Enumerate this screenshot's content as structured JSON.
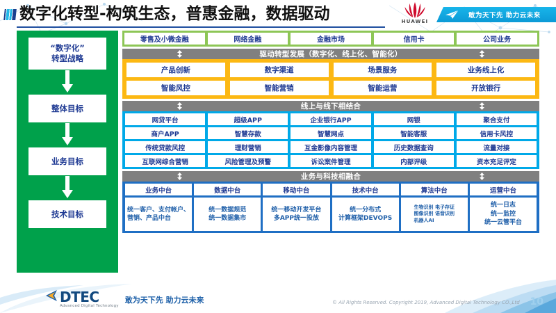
{
  "header": {
    "title": "数字化转型-构筑生态，普惠金融，数据驱动",
    "brand_logo": "huawei-logo",
    "brand_name": "HUAWEI",
    "ribbon_text": "敢为天下先 助力云未来",
    "accent_color": "#1f4fa0"
  },
  "strategy": {
    "panel_color": "#00a14b",
    "items": [
      {
        "label": "“数字化”\n转型战略"
      },
      {
        "label": "整体目标"
      },
      {
        "label": "业务目标"
      },
      {
        "label": "技术目标"
      }
    ]
  },
  "bands": {
    "business_lines": {
      "color": "#8dc656",
      "cells": [
        "零售及小微金融",
        "网络金融",
        "金融市场",
        "信用卡",
        "公司业务"
      ]
    },
    "drive_header": {
      "label": "驱动转型发展（数字化、线上化、智能化）",
      "color": "#808080"
    },
    "drive": {
      "color": "#fcb813",
      "rows": [
        [
          "产品创新",
          "数字渠道",
          "场景服务",
          "业务线上化"
        ],
        [
          "智能风控",
          "智能营销",
          "智能运营",
          "开放银行"
        ]
      ]
    },
    "online_offline_header": {
      "label": "线上与线下相结合",
      "color": "#808080"
    },
    "online_offline": {
      "color": "#00a9e8",
      "rows": [
        [
          "网贷平台",
          "超级APP",
          "企业银行APP",
          "网银",
          "聚合支付"
        ],
        [
          "商户APP",
          "智慧存款",
          "智慧网点",
          "智能客服",
          "信用卡风控"
        ],
        [
          "传统贷款风控",
          "理财营销",
          "互金影像内容管理",
          "历史数据查询",
          "流量对接"
        ],
        [
          "互联网综合营销",
          "风险管理及预警",
          "诉讼案件管理",
          "内部评级",
          "资本充足评定"
        ]
      ]
    },
    "tech_fusion_header": {
      "label": "业务与科技相融合",
      "color": "#808080"
    },
    "tech_fusion": {
      "color": "#1f6fc4",
      "columns": [
        {
          "title": "业务中台",
          "body": "统一客户、支付帐户、营销、产品中台",
          "style": "lead"
        },
        {
          "title": "数据中台",
          "body": "统一数据规范\n统一数据集市",
          "style": "normal"
        },
        {
          "title": "移动中台",
          "body": "统一移动开发平台\n多APP统一投放",
          "style": "normal"
        },
        {
          "title": "技术中台",
          "body": "统一分布式\n计算框架DEVOPS",
          "style": "normal"
        },
        {
          "title": "算法中台",
          "body": "生物识别 电子存证\n图像识别 语音识别\n机器人AI",
          "style": "tiny"
        },
        {
          "title": "运营中台",
          "body": "统一日志\n统一监控\n统一云管平台",
          "style": "normal"
        }
      ]
    }
  },
  "footer": {
    "logo_word": "DTEC",
    "logo_sub": "Advanced Digital Technology",
    "slogan": "敢为天下先  助力云未来",
    "copyright": "© All Rights Reserved. Copyright 2019, Advanced Digital Technology CO.,Ltd",
    "page_number": "10"
  }
}
